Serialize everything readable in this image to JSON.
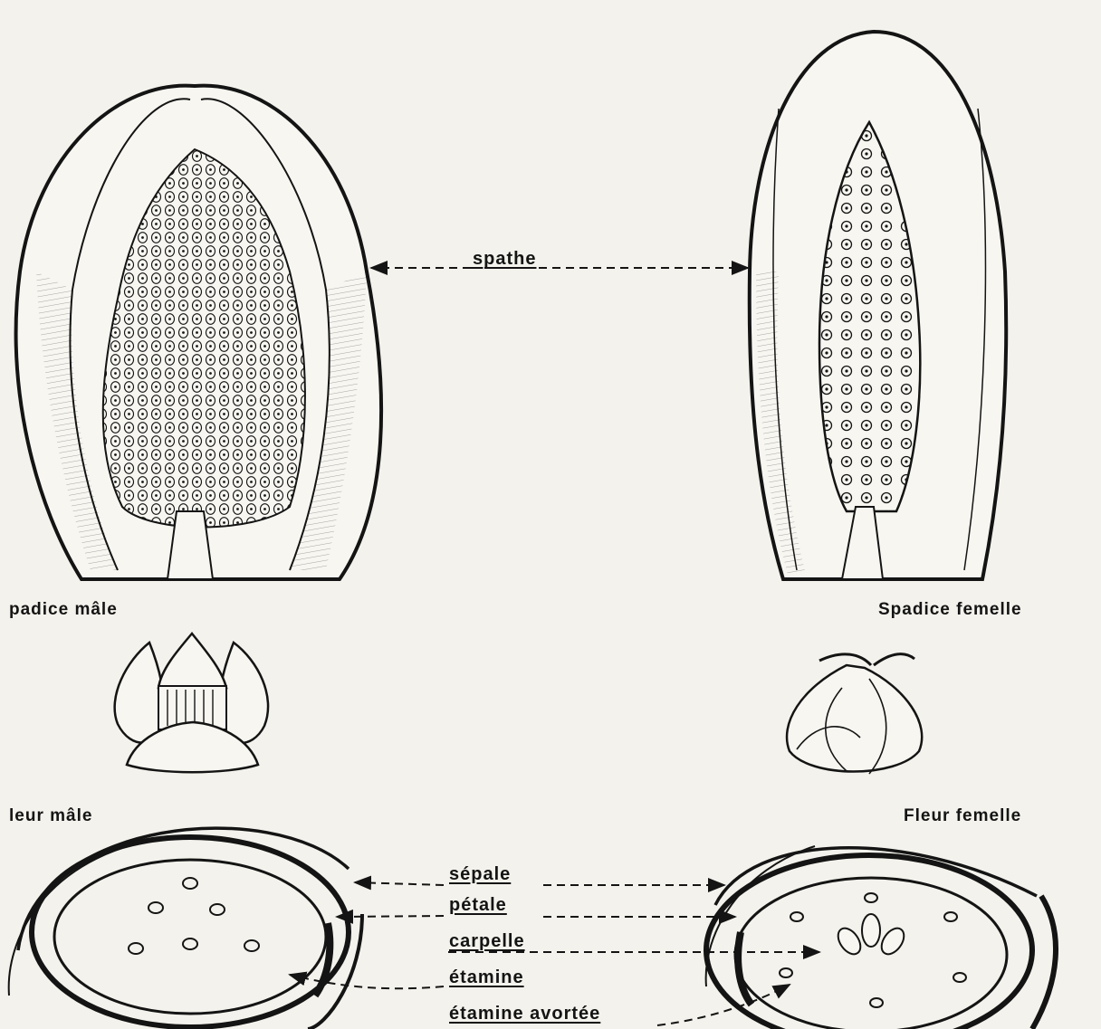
{
  "labels": {
    "spathe": "spathe",
    "spadice_male": "padice mâle",
    "spadice_femelle": "Spadice femelle",
    "fleur_male": "leur mâle",
    "fleur_femelle": "Fleur femelle",
    "sepale": "sépale",
    "petale": "pétale",
    "carpelle": "carpelle",
    "etamine": "étamine",
    "etamine_avortee": "étamine avortée"
  },
  "colors": {
    "ink": "#141414",
    "paper": "#f3f2ec"
  }
}
